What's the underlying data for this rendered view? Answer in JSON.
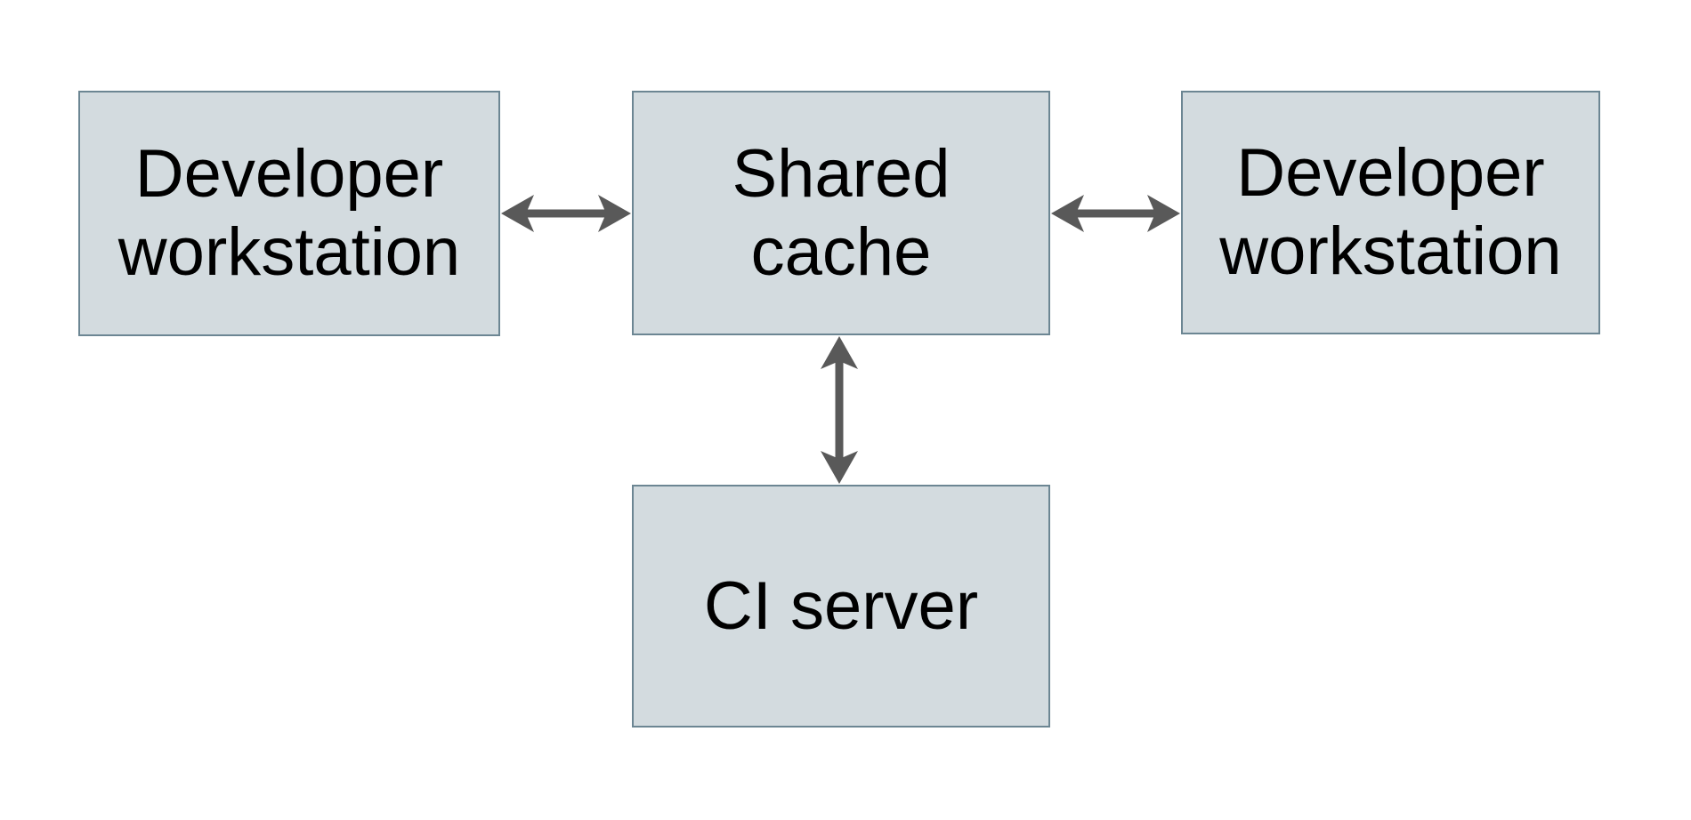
{
  "diagram": {
    "type": "architecture-diagram",
    "nodes": [
      {
        "id": "dev-left",
        "label": "Developer workstation",
        "lines": [
          "Developer",
          "workstation"
        ]
      },
      {
        "id": "shared-cache",
        "label": "Shared cache",
        "lines": [
          "Shared",
          "cache"
        ]
      },
      {
        "id": "dev-right",
        "label": "Developer workstation",
        "lines": [
          "Developer",
          "workstation"
        ]
      },
      {
        "id": "ci-server",
        "label": "CI server",
        "lines": [
          "CI server"
        ]
      }
    ],
    "edges": [
      {
        "from": "dev-left",
        "to": "shared-cache",
        "direction": "bidirectional"
      },
      {
        "from": "shared-cache",
        "to": "dev-right",
        "direction": "bidirectional"
      },
      {
        "from": "shared-cache",
        "to": "ci-server",
        "direction": "bidirectional"
      }
    ]
  },
  "colors": {
    "background": "#ffffff",
    "node_fill": "#d3dbdf",
    "node_border": "#6c8693",
    "arrow": "#595959",
    "text": "#000000"
  }
}
